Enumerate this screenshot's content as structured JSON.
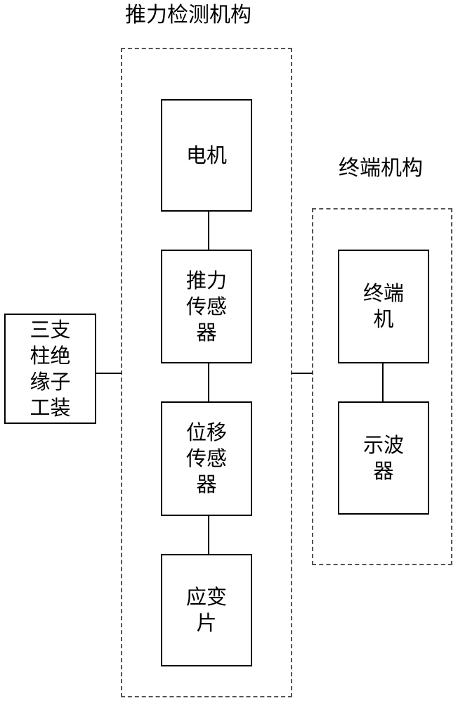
{
  "groups": {
    "push_detection": {
      "title": "推力检测机构"
    },
    "terminal": {
      "title": "终端机构"
    }
  },
  "blocks": {
    "insulator": {
      "lines": [
        "三支",
        "柱绝",
        "缘子",
        "工装"
      ]
    },
    "motor": {
      "lines": [
        "电机"
      ]
    },
    "thrust_sensor": {
      "lines": [
        "推力",
        "传感",
        "器"
      ]
    },
    "displacement_sensor": {
      "lines": [
        "位移",
        "传感",
        "器"
      ]
    },
    "strain_gauge": {
      "lines": [
        "应变",
        "片"
      ]
    },
    "terminal_machine": {
      "lines": [
        "终端",
        "机"
      ]
    },
    "oscilloscope": {
      "lines": [
        "示波",
        "器"
      ]
    }
  },
  "colors": {
    "line": "#000000",
    "dashed_border": "#555555",
    "background": "#ffffff"
  }
}
